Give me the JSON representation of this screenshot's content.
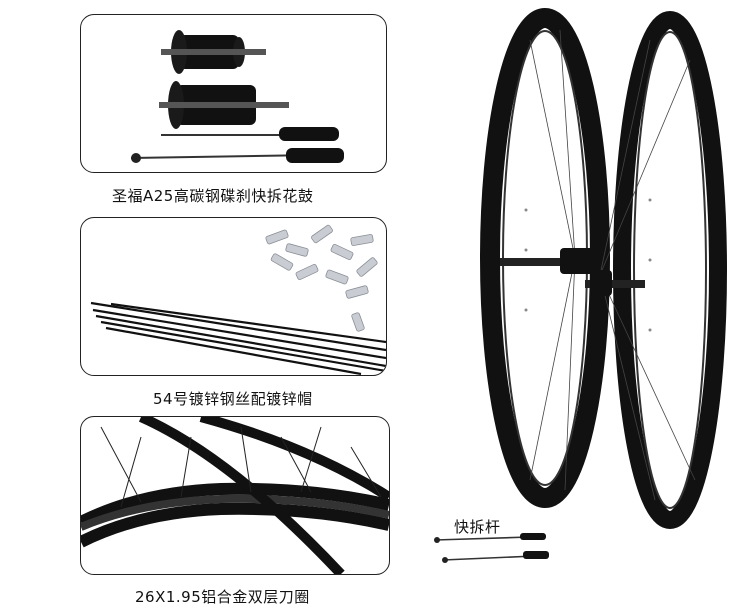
{
  "panels": [
    {
      "caption": "圣福A25高碳钢碟刹快拆花鼓",
      "icon": "hub-icon"
    },
    {
      "caption": "54号镀锌钢丝配镀锌帽",
      "icon": "spokes-icon"
    },
    {
      "caption": "26X1.95铝合金双层刀圈",
      "icon": "rim-icon"
    }
  ],
  "quick_release_label": "快拆杆",
  "colors": {
    "frame": "#222222",
    "metal_black": "#111111",
    "zinc": "#c9cdd3"
  }
}
